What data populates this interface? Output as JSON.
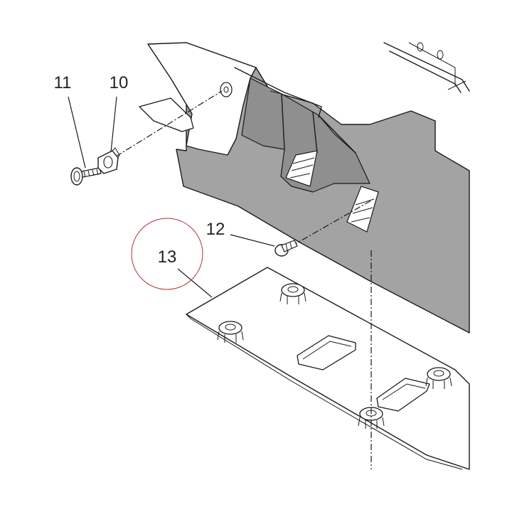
{
  "callouts": {
    "part_10": "10",
    "part_11": "11",
    "part_12": "12",
    "part_13": "13"
  },
  "colors": {
    "panel_fill": "#a3a3a3",
    "panel_dark": "#7f7f7f",
    "line": "#1a1a1a",
    "highlight_circle": "#b5303a",
    "paper": "#ffffff"
  }
}
